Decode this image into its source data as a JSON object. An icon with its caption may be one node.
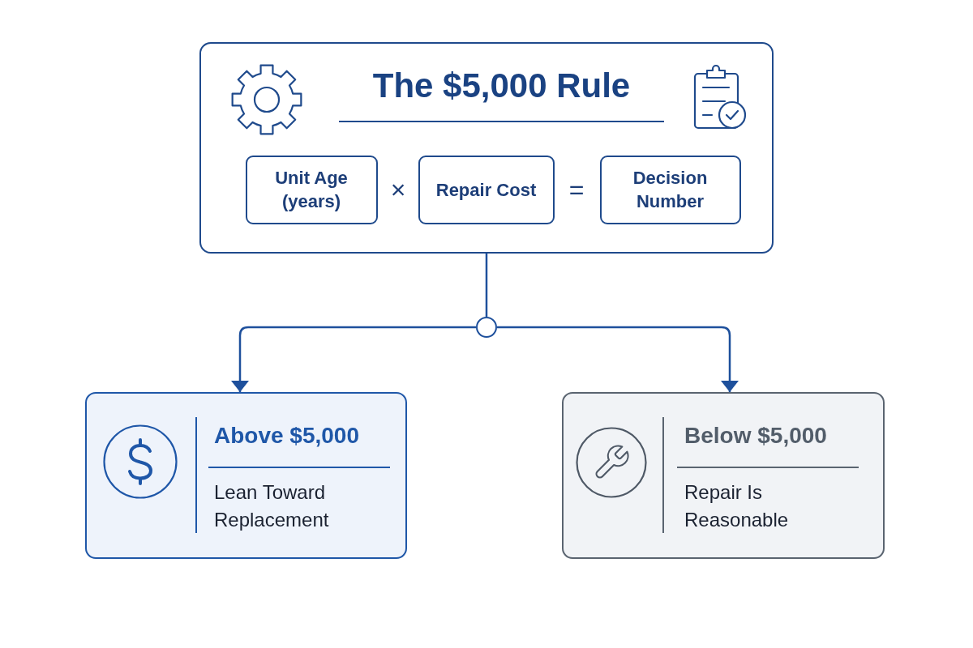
{
  "diagram": {
    "nodes": [
      {
        "text": [
          "The $5,000 Rule"
        ]
      },
      {
        "text": [
          "Unit Age (years)"
        ],
        "in": 0
      },
      {
        "text": [
          "Repair Cost"
        ],
        "in": 0
      },
      {
        "text": [
          "Decision Number"
        ],
        "in": 0
      },
      {
        "text": [],
        "shape": "circle"
      },
      {
        "text": [
          "Above $5,000",
          "Lean Toward Replacement"
        ]
      },
      {
        "text": [
          "Below $5,000",
          "Repair Is Reasonable"
        ]
      }
    ],
    "edges": [
      {
        "from": 0,
        "to": 4,
        "arrow": "none"
      },
      {
        "from": 4,
        "to": 5,
        "arrow": "to"
      },
      {
        "from": 4,
        "to": 6,
        "arrow": "to"
      }
    ],
    "labels": [
      "×",
      "="
    ]
  }
}
